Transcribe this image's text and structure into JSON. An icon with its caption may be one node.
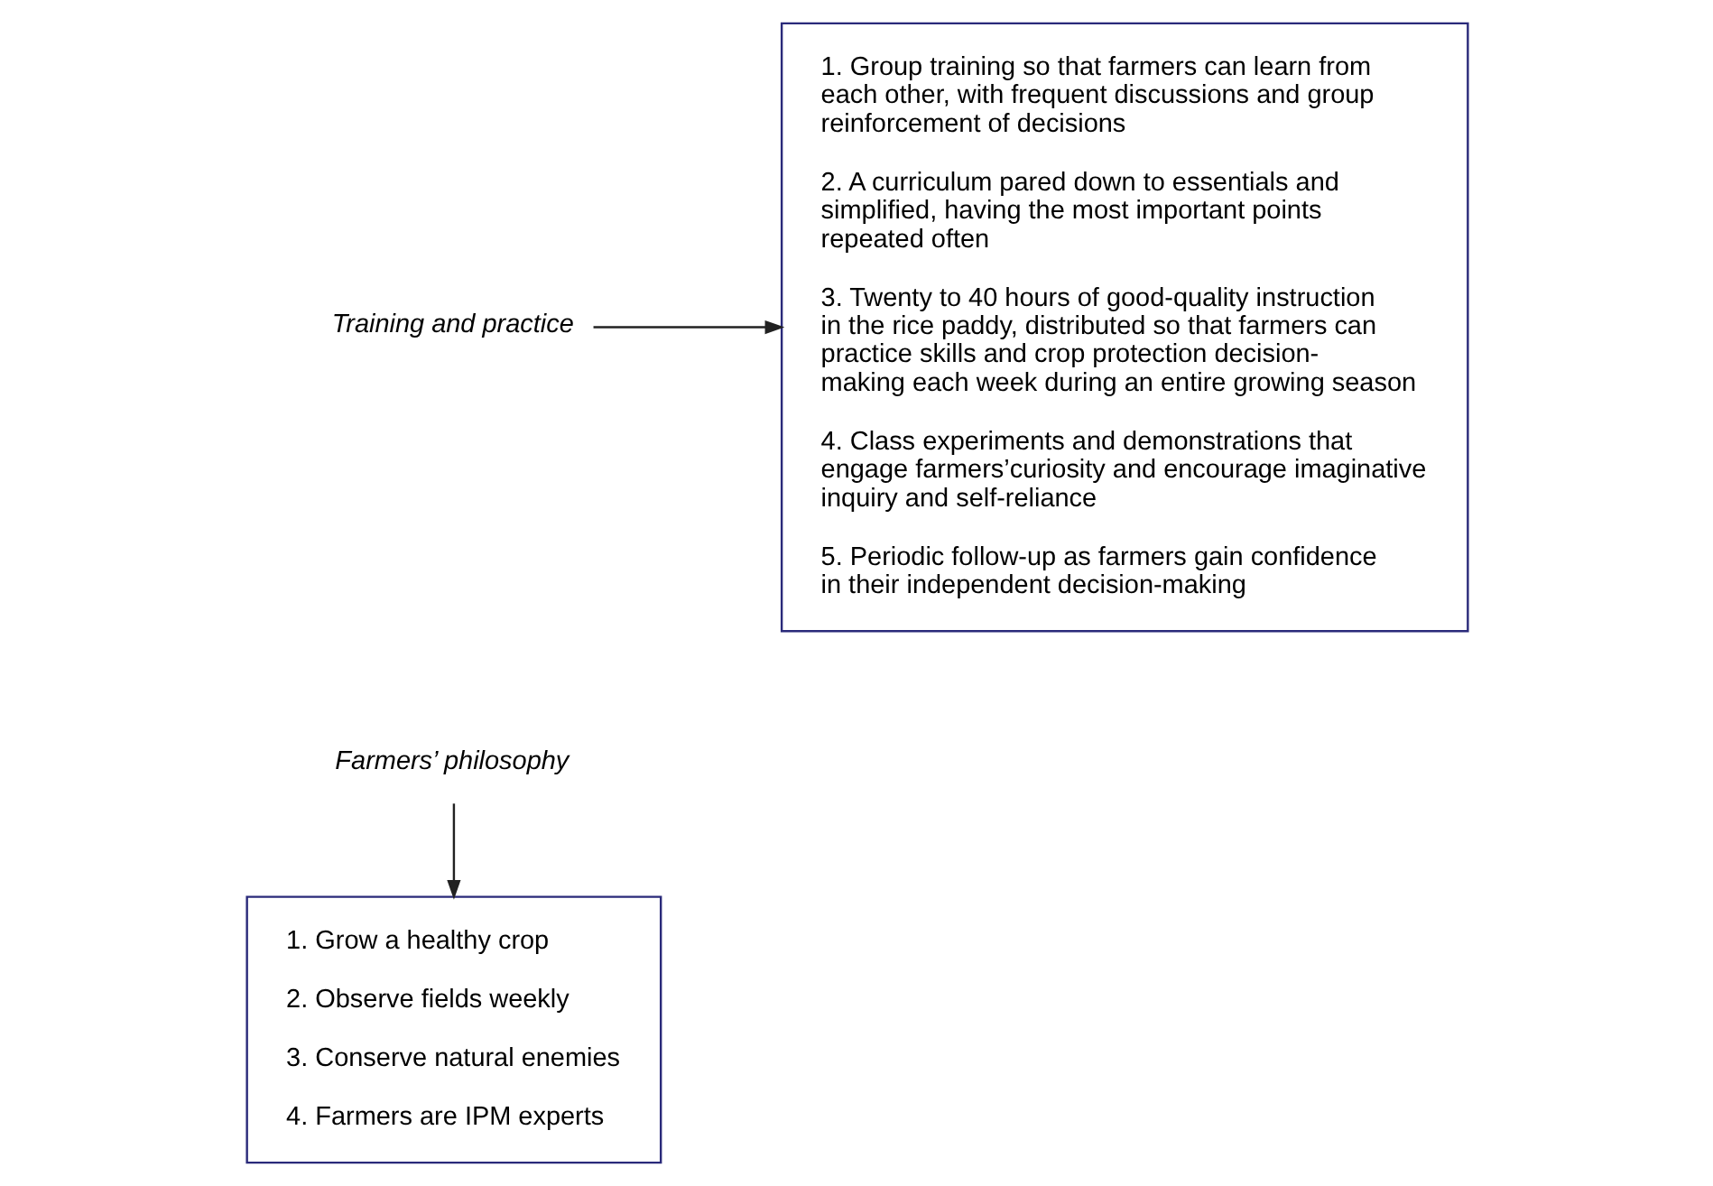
{
  "diagram": {
    "nodes": [
      {
        "text": [
          "1. Group training so that farmers can learn from each other, with frequent discussions and group reinforcement of decisions",
          "2. A curriculum pared down to essentials and simplified, having the most important points repeated often",
          "3. Twenty to 40 hours of good-quality instruction in the rice paddy, distributed so that farmers can practice skills and crop protection decision-making each week during an entire growing season",
          "4. Class experiments and demonstrations that engage farmers’curiosity and encourage imaginative inquiry and self-reliance",
          "5. Periodic follow-up as farmers gain confidence in their independent decision-making"
        ]
      },
      {
        "text": [
          "Training and practice"
        ]
      },
      {
        "text": [
          "Farmers’ philosophy"
        ]
      },
      {
        "text": [
          "1. Grow a healthy crop",
          "2. Observe fields weekly",
          "3. Conserve natural enemies",
          "4. Farmers are IPM experts"
        ]
      }
    ],
    "edges": [
      {
        "from": 1,
        "to": 0,
        "arrow": "to"
      },
      {
        "from": 2,
        "to": 3,
        "arrow": "to"
      }
    ]
  }
}
